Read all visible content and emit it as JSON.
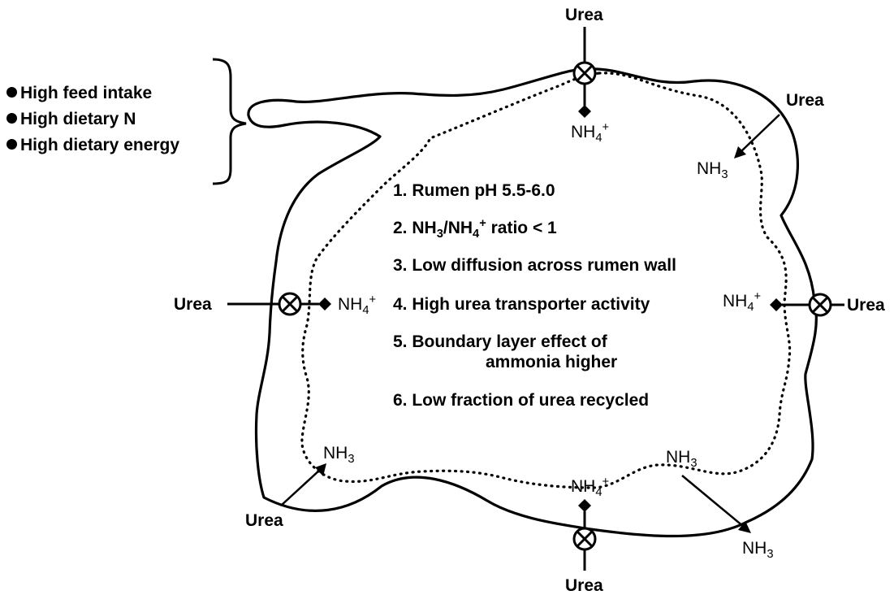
{
  "factors": [
    "High feed intake",
    "High dietary N",
    "High dietary energy"
  ],
  "conditions": [
    "1. Rumen pH 5.5-6.0",
    "2. NH3/NH4+ ratio < 1",
    "3. Low diffusion across rumen wall",
    "4. High urea transporter activity",
    "5. Boundary layer effect of",
    "ammonia higher",
    "6. Low fraction of urea recycled"
  ],
  "labels": {
    "urea": "Urea",
    "nh3": "NH",
    "nh3_sub": "3",
    "nh4": "NH",
    "nh4_sub": "4",
    "nh4_sup": "+"
  }
}
